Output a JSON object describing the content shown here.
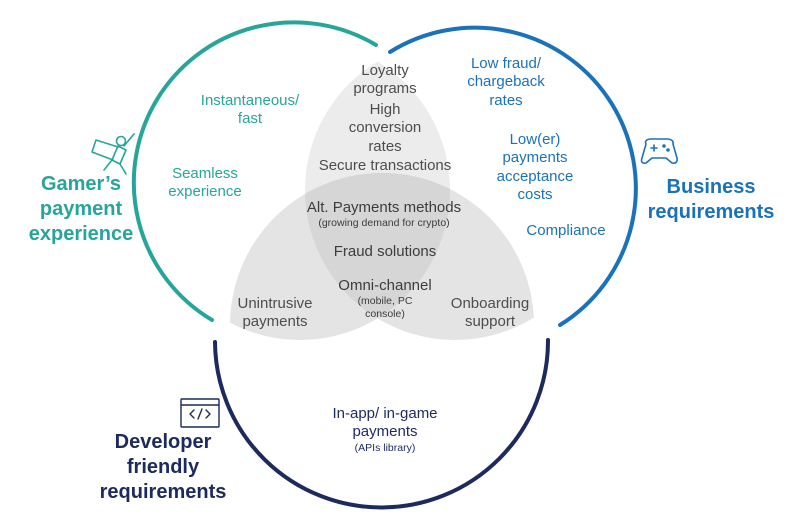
{
  "colors": {
    "gamer": "#26a69a",
    "business": "#1a72bb",
    "developer": "#1c2a5e",
    "overlap_light": "#ececec",
    "overlap_mid": "#e0e0e0",
    "overlap_dark": "#d6d6d6",
    "text_grey": "#4d4d4d"
  },
  "icons": {
    "gamer": "superhero-icon",
    "business": "gamepad-icon",
    "developer": "code-window-icon"
  },
  "titles": {
    "gamer": [
      "Gamer’s",
      "payment",
      "experience"
    ],
    "business": [
      "Business",
      "requirements"
    ],
    "developer": [
      "Developer",
      "friendly",
      "requirements"
    ]
  },
  "gamer_items": {
    "instant": [
      "Instantaneous/",
      "fast"
    ],
    "seamless": [
      "Seamless",
      "experience"
    ]
  },
  "business_items": {
    "low_fraud": [
      "Low fraud/",
      "chargeback",
      "rates"
    ],
    "lower_costs": [
      "Low(er)",
      "payments",
      "acceptance",
      "costs"
    ],
    "compliance": "Compliance"
  },
  "gamer_business_overlap": {
    "loyalty": [
      "Loyalty",
      "programs"
    ],
    "conversion": [
      "High",
      "conversion",
      "rates"
    ],
    "secure": "Secure transactions"
  },
  "center": {
    "alt_payments": "Alt. Payments methods",
    "alt_payments_note": "(growing demand for crypto)",
    "fraud": "Fraud solutions",
    "omni": "Omni-channel",
    "omni_note": [
      "(mobile, PC",
      "console)"
    ]
  },
  "gamer_developer_overlap": {
    "unintrusive": [
      "Unintrusive",
      "payments"
    ]
  },
  "business_developer_overlap": {
    "onboarding": [
      "Onboarding",
      "support"
    ]
  },
  "developer_items": {
    "inapp": [
      "In-app/ in-game",
      "payments"
    ],
    "inapp_note": "(APIs library)"
  }
}
